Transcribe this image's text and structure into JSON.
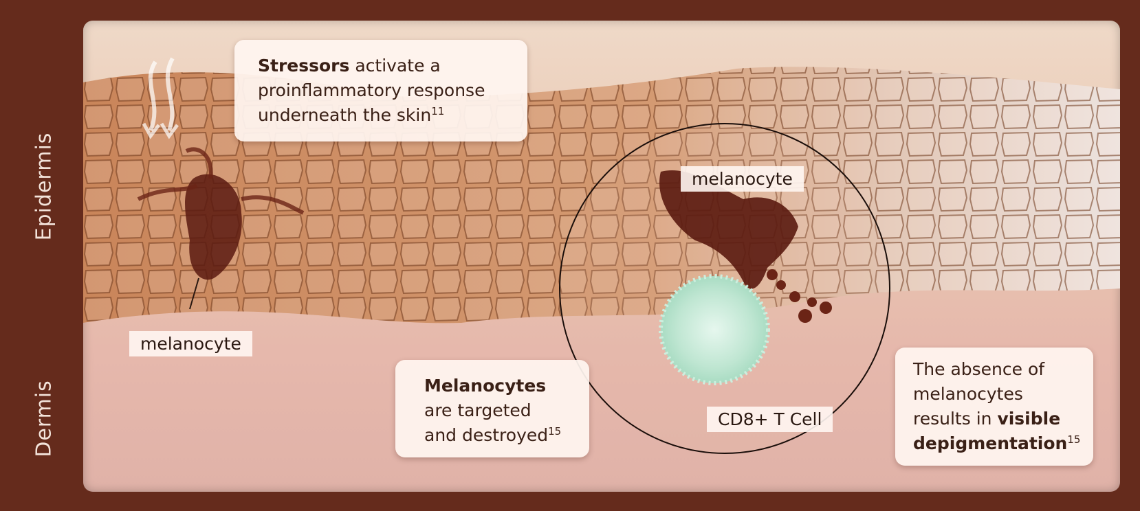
{
  "side_labels": {
    "top": "Epidermis",
    "bottom": "Dermis"
  },
  "callouts": {
    "stressors": {
      "bold": "Stressors",
      "text1": " activate a",
      "text2": "proinflammatory response",
      "text3": "underneath the skin",
      "ref": "11"
    },
    "melanocytes": {
      "bold": "Melanocytes",
      "text1": "are targeted",
      "text2": "and destroyed",
      "ref": "15"
    },
    "absence": {
      "text1": "The absence of",
      "text2": "melanocytes",
      "text3": "results in ",
      "bold1": "visible",
      "bold2": "depigmentation",
      "ref": "15"
    }
  },
  "tags": {
    "left_melanocyte": "melanocyte",
    "zoom_melanocyte": "melanocyte",
    "t_cell": "CD8+ T Cell"
  },
  "colors": {
    "frame": "#652b1c",
    "melanin": "#5a1a10",
    "t_cell": "#bfe6d2"
  }
}
